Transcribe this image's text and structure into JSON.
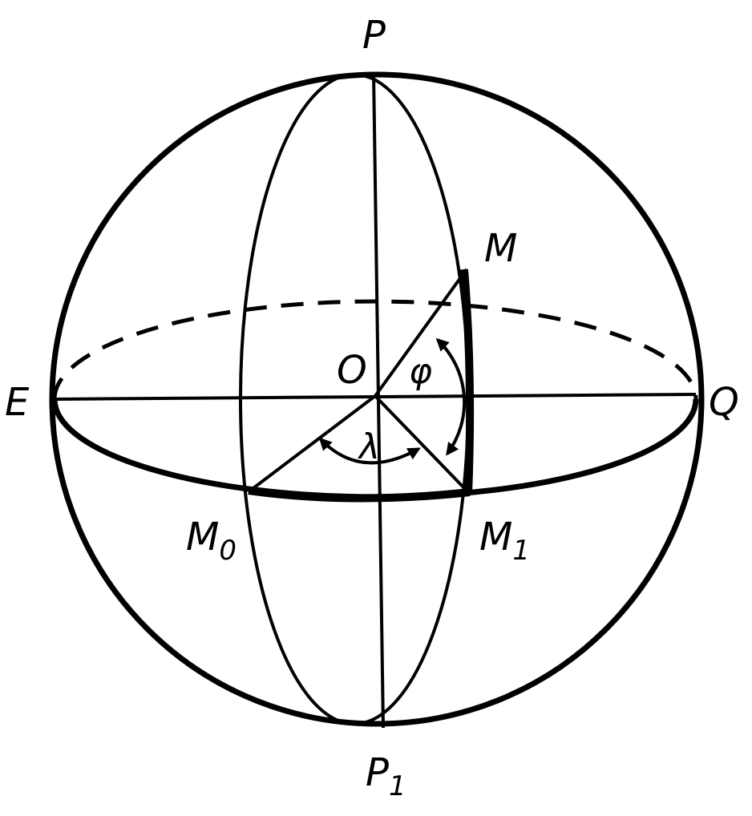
{
  "colors": {
    "ink": "#000000",
    "background": "#ffffff"
  },
  "points": {
    "P": "P",
    "P1": {
      "base": "P",
      "sub": "1"
    },
    "E": "E",
    "Q": "Q",
    "O": "O",
    "M": "M",
    "M0": {
      "base": "M",
      "sub": "0"
    },
    "M1": {
      "base": "M",
      "sub": "1"
    }
  },
  "angles": {
    "latitude": "φ",
    "longitude": "λ"
  }
}
